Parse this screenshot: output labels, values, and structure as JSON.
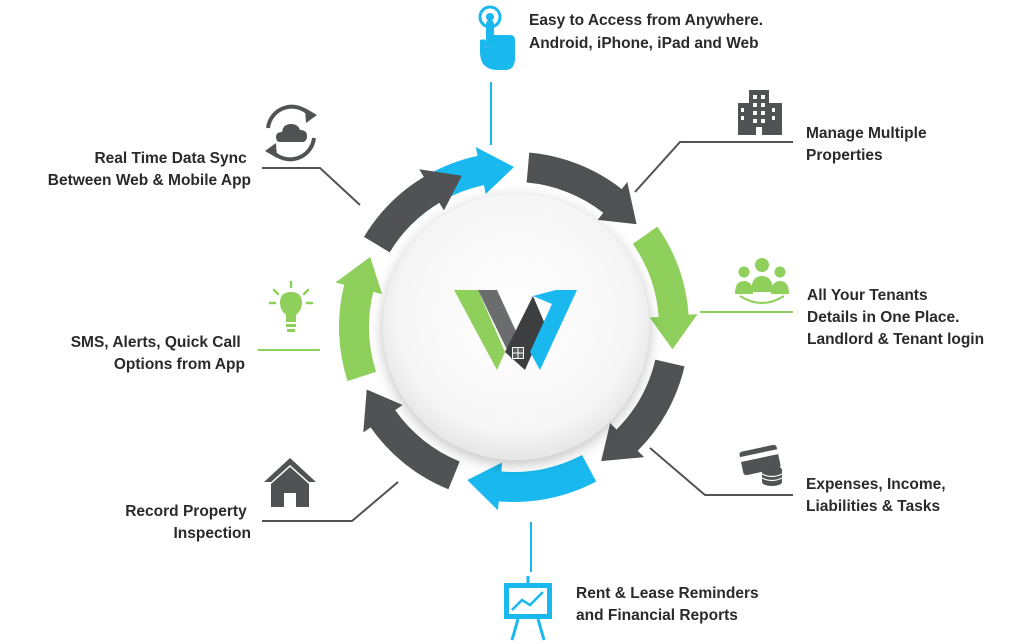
{
  "colors": {
    "dark": "#505254",
    "green": "#8fcf5b",
    "blue": "#19b8ef",
    "text": "#2a2a2a"
  },
  "features": [
    {
      "id": "access",
      "icon": "touch-hand-icon",
      "lines": [
        "Easy to Access from Anywhere.",
        "Android, iPhone, iPad and Web"
      ]
    },
    {
      "id": "properties",
      "icon": "building-icon",
      "lines": [
        "Manage Multiple",
        "Properties"
      ]
    },
    {
      "id": "tenants",
      "icon": "people-group-icon",
      "lines": [
        "All Your Tenants",
        "Details in One Place.",
        "Landlord & Tenant login"
      ]
    },
    {
      "id": "expenses",
      "icon": "credit-card-coins-icon",
      "lines": [
        "Expenses, Income,",
        "Liabilities & Tasks"
      ]
    },
    {
      "id": "reminders",
      "icon": "presentation-chart-icon",
      "lines": [
        "Rent & Lease Reminders",
        "and Financial Reports"
      ]
    },
    {
      "id": "inspection",
      "icon": "house-icon",
      "lines": [
        "Record Property",
        "Inspection"
      ]
    },
    {
      "id": "sms",
      "icon": "lightbulb-icon",
      "lines": [
        "SMS, Alerts, Quick Call",
        "Options from App"
      ]
    },
    {
      "id": "sync",
      "icon": "cloud-sync-icon",
      "lines": [
        "Real Time Data Sync",
        "Between Web & Mobile App"
      ]
    }
  ]
}
